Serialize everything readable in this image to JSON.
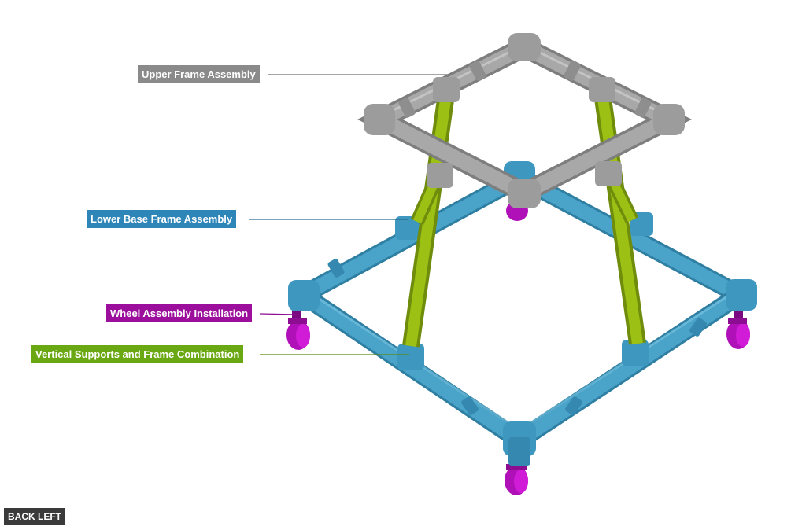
{
  "callouts": {
    "upper_frame": {
      "label": "Upper Frame Assembly",
      "color": "#8a8a8a"
    },
    "lower_base": {
      "label": "Lower Base Frame Assembly",
      "color": "#2e86b8"
    },
    "wheel": {
      "label": "Wheel Assembly Installation",
      "color": "#9c0f9c"
    },
    "vertical": {
      "label": "Vertical Supports and Frame Combination",
      "color": "#6aa813"
    }
  },
  "view": {
    "label": "BACK LEFT"
  },
  "part_colors": {
    "upper_frame": "#a8a8a8",
    "lower_base": "#4aa3c8",
    "wheel": "#b010b8",
    "vertical": "#96b814"
  }
}
